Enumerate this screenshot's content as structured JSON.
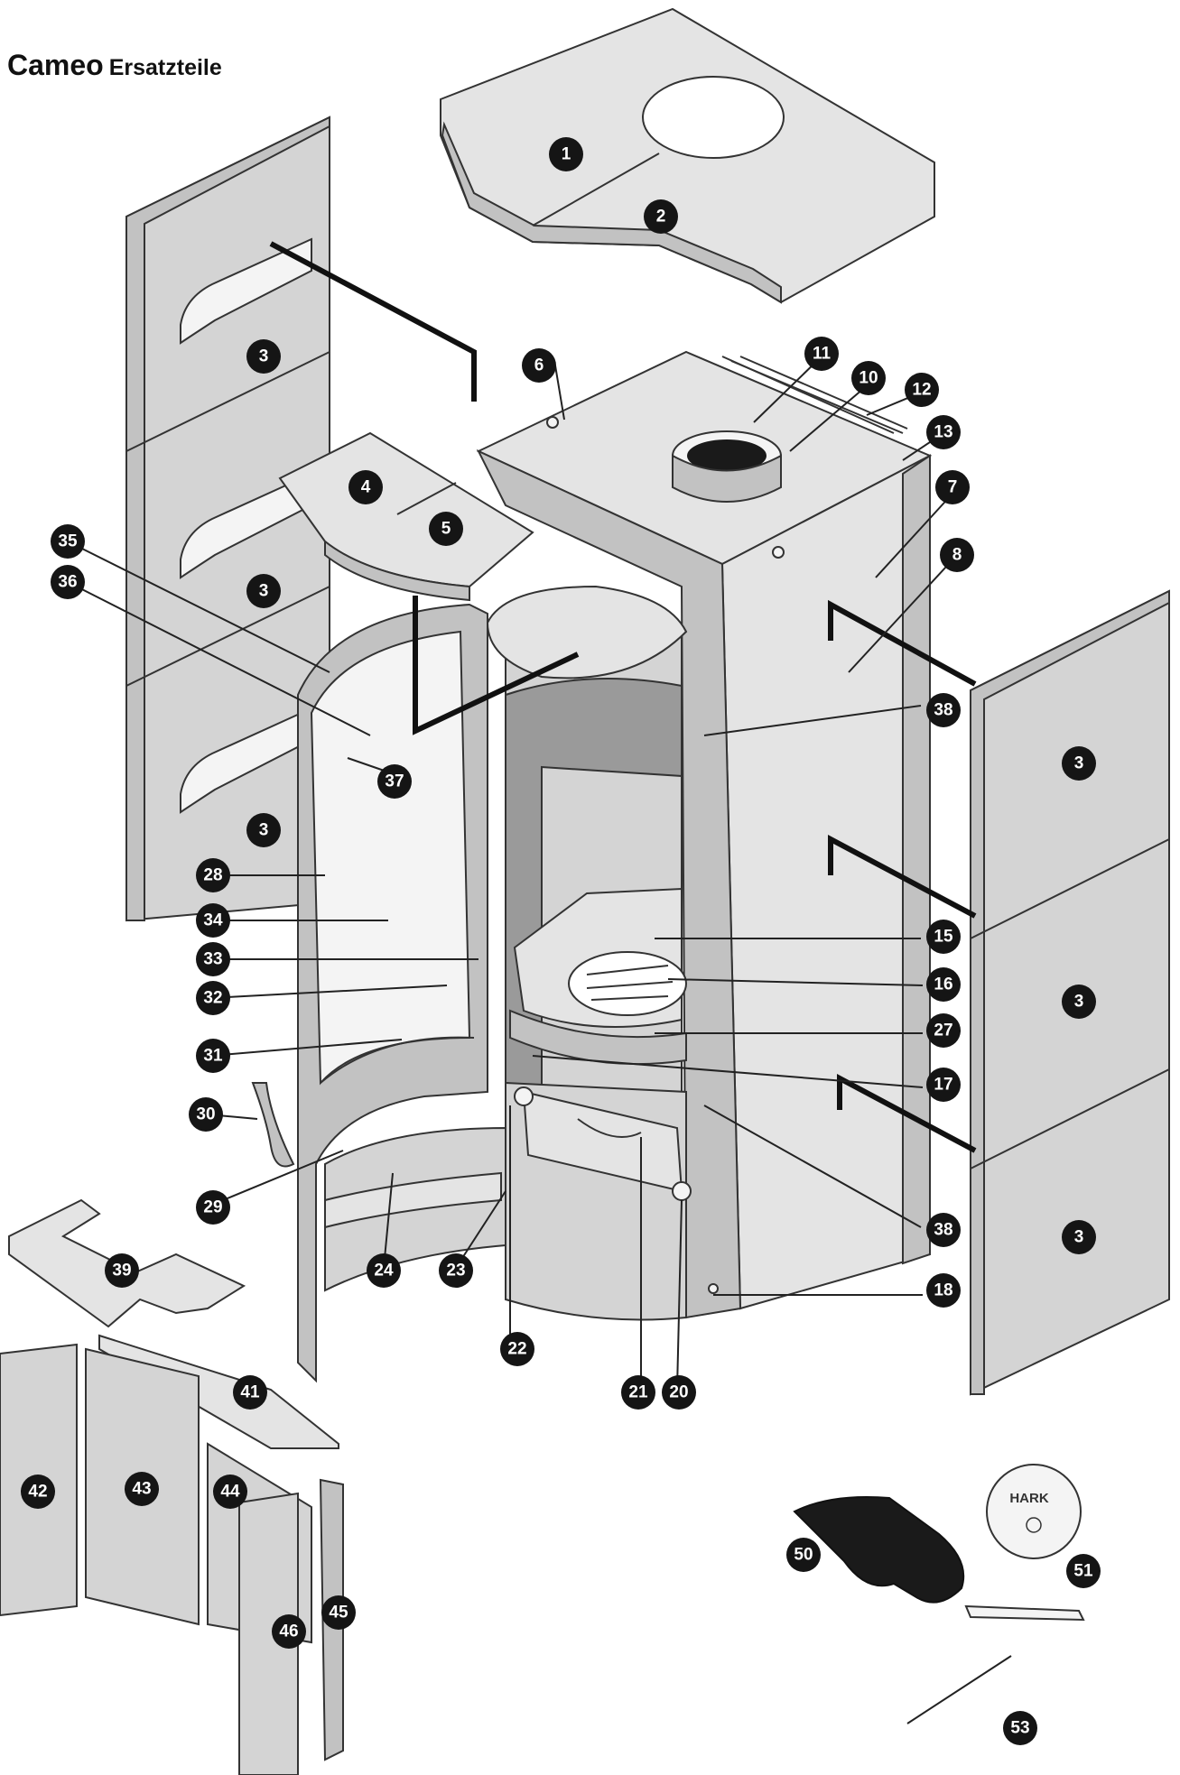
{
  "title": {
    "main": "Cameo",
    "sub": "Ersatzteile"
  },
  "glove_brand": "HARK",
  "parts": [
    "1",
    "2",
    "3",
    "3",
    "3",
    "3",
    "3",
    "3",
    "4",
    "5",
    "6",
    "7",
    "8",
    "10",
    "11",
    "12",
    "13",
    "15",
    "16",
    "17",
    "18",
    "20",
    "21",
    "22",
    "23",
    "24",
    "27",
    "28",
    "29",
    "30",
    "31",
    "32",
    "33",
    "34",
    "35",
    "36",
    "37",
    "38",
    "38",
    "39",
    "41",
    "42",
    "43",
    "44",
    "45",
    "46",
    "50",
    "51",
    "53"
  ]
}
